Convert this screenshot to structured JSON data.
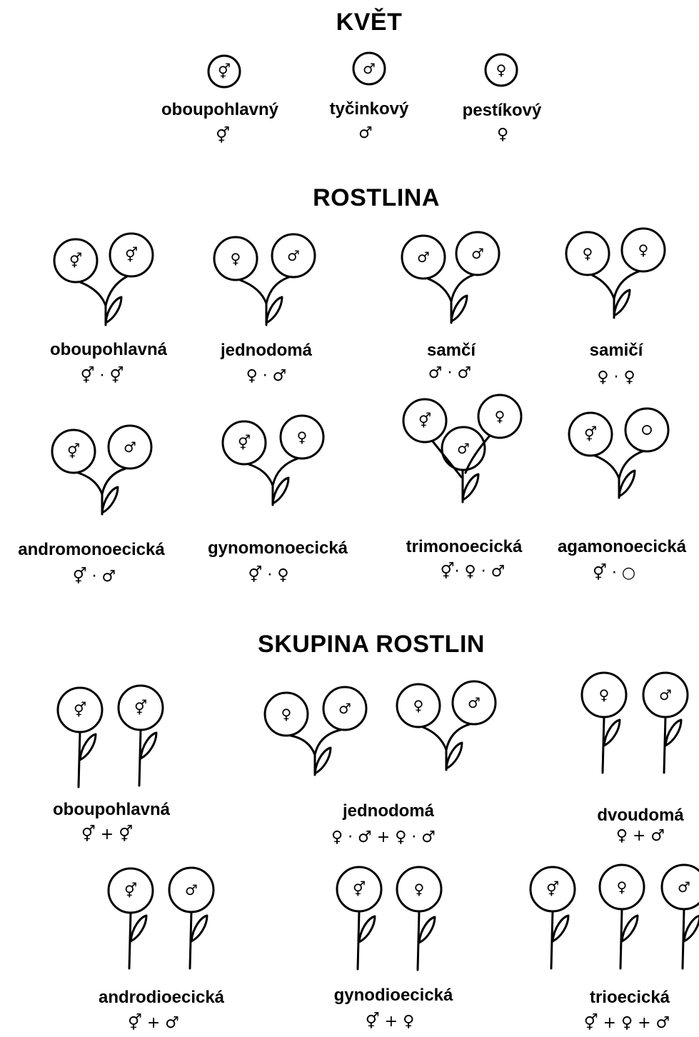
{
  "headings": {
    "flower": "KVĚT",
    "plant": "ROSTLINA",
    "group": "SKUPINA ROSTLIN"
  },
  "flower_types": [
    {
      "symbol": "⚥",
      "label": "oboupohlavný",
      "formula": "⚥"
    },
    {
      "symbol": "♂",
      "label": "tyčinkový",
      "formula": "♂"
    },
    {
      "symbol": "♀",
      "label": "pestíkový",
      "formula": "♀"
    }
  ],
  "plant_types": [
    {
      "label": "oboupohlavná",
      "formula": "⚥ · ⚥",
      "flowers": [
        "⚥",
        "⚥"
      ]
    },
    {
      "label": "jednodomá",
      "formula": "♀ · ♂",
      "flowers": [
        "♀",
        "♂"
      ]
    },
    {
      "label": "samčí",
      "formula": "♂ · ♂",
      "flowers": [
        "♂",
        "♂"
      ]
    },
    {
      "label": "samičí",
      "formula": "♀ · ♀",
      "flowers": [
        "♀",
        "♀"
      ]
    },
    {
      "label": "andromonoecická",
      "formula": "⚥ · ♂",
      "flowers": [
        "⚥",
        "♂"
      ]
    },
    {
      "label": "gynomonoecická",
      "formula": "⚥ · ♀",
      "flowers": [
        "⚥",
        "♀"
      ]
    },
    {
      "label": "trimonoecická",
      "formula": "⚥· ♀ · ♂",
      "flowers": [
        "⚥",
        "♂",
        "♀"
      ]
    },
    {
      "label": "agamonoecická",
      "formula": "⚥ · ○",
      "flowers": [
        "⚥",
        "○"
      ]
    }
  ],
  "group_types": [
    {
      "label": "oboupohlavná",
      "formula": "⚥ + ⚥",
      "flowers": [
        "⚥",
        "⚥"
      ]
    },
    {
      "label": "jednodomá",
      "formula": "♀ · ♂ + ♀ · ♂",
      "flowers": [
        "♀",
        "♂",
        "♀",
        "♂"
      ]
    },
    {
      "label": "dvoudomá",
      "formula": "♀ + ♂",
      "flowers": [
        "♀",
        "♂"
      ]
    },
    {
      "label": "androdioecická",
      "formula": "⚥ + ♂",
      "flowers": [
        "⚥",
        "♂"
      ]
    },
    {
      "label": "gynodioecická",
      "formula": "⚥ + ♀",
      "flowers": [
        "⚥",
        "♀"
      ]
    },
    {
      "label": "trioecická",
      "formula": "⚥ + ♀ + ♂",
      "flowers": [
        "⚥",
        "♀",
        "♂"
      ]
    }
  ]
}
